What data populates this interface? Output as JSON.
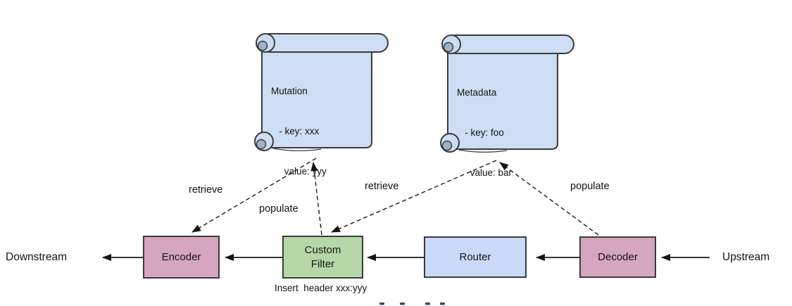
{
  "colors": {
    "scroll_fill": "#cdddf3",
    "scroll_curl": "#9fb3c8",
    "node_pink": "#d5a6bd",
    "node_green": "#b6d7a8",
    "node_blue": "#c9daf8",
    "outline": "#3b3b3b",
    "arrow": "#1a1a1a",
    "clipped_marks": "#3c4a66"
  },
  "scrolls": [
    {
      "title": "Mutation",
      "lines": [
        "   - key: xxx",
        "     value: yyy"
      ]
    },
    {
      "title": "Metadata",
      "lines": [
        "   - key: foo",
        "     value: bar"
      ]
    }
  ],
  "nodes": [
    {
      "label": "Encoder"
    },
    {
      "label": "Custom Filter"
    },
    {
      "label": "Router"
    },
    {
      "label": "Decoder"
    }
  ],
  "edge_labels": [
    {
      "text": "retrieve"
    },
    {
      "text": "populate"
    },
    {
      "text": "retrieve"
    },
    {
      "text": "populate"
    }
  ],
  "endpoints": {
    "left": "Downstream",
    "right": "Upstream"
  },
  "caption": "Insert  header xxx:yyy"
}
